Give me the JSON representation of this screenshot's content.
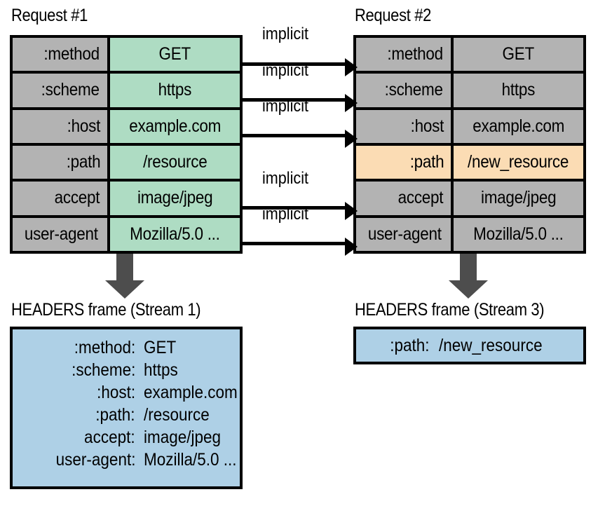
{
  "diagram": {
    "title_request_1": "Request #1",
    "title_request_2": "Request #2",
    "title_frame_1": "HEADERS frame (Stream 1)",
    "title_frame_2": "HEADERS frame (Stream 3)",
    "implicit_label": "implicit"
  },
  "colors": {
    "header_name_bg": "#b3b3b3",
    "request1_value_bg": "#aedcc3",
    "request2_value_bg": "#b3b3b3",
    "changed_row_bg": "#fbdcb4",
    "frame_bg": "#aed0e6",
    "arrow_fill": "#4d4d4d",
    "stroke": "#000000"
  },
  "request1": {
    "rows": [
      {
        "name": ":method",
        "value": "GET",
        "name_bg": "gray",
        "value_bg": "green"
      },
      {
        "name": ":scheme",
        "value": "https",
        "name_bg": "gray",
        "value_bg": "green"
      },
      {
        "name": ":host",
        "value": "example.com",
        "name_bg": "gray",
        "value_bg": "green"
      },
      {
        "name": ":path",
        "value": "/resource",
        "name_bg": "gray",
        "value_bg": "green"
      },
      {
        "name": "accept",
        "value": "image/jpeg",
        "name_bg": "gray",
        "value_bg": "green"
      },
      {
        "name": "user-agent",
        "value": "Mozilla/5.0 ...",
        "name_bg": "gray",
        "value_bg": "green"
      }
    ]
  },
  "request2": {
    "rows": [
      {
        "name": ":method",
        "value": "GET",
        "name_bg": "gray",
        "value_bg": "gray"
      },
      {
        "name": ":scheme",
        "value": "https",
        "name_bg": "gray",
        "value_bg": "gray"
      },
      {
        "name": ":host",
        "value": "example.com",
        "name_bg": "gray",
        "value_bg": "gray"
      },
      {
        "name": ":path",
        "value": "/new_resource",
        "name_bg": "peach",
        "value_bg": "peach"
      },
      {
        "name": "accept",
        "value": "image/jpeg",
        "name_bg": "gray",
        "value_bg": "gray"
      },
      {
        "name": "user-agent",
        "value": "Mozilla/5.0 ...",
        "name_bg": "gray",
        "value_bg": "gray"
      }
    ]
  },
  "implicit_arrows": [
    {
      "label": "implicit",
      "from_row": ":method",
      "to_row": ":method"
    },
    {
      "label": "implicit",
      "from_row": ":scheme",
      "to_row": ":scheme"
    },
    {
      "label": "implicit",
      "from_row": ":host",
      "to_row": ":host"
    },
    {
      "label": "implicit",
      "from_row": "accept",
      "to_row": "accept"
    },
    {
      "label": "implicit",
      "from_row": "user-agent",
      "to_row": "user-agent"
    }
  ],
  "frame1": {
    "lines": [
      {
        "name": ":method:",
        "value": "GET"
      },
      {
        "name": ":scheme:",
        "value": "https"
      },
      {
        "name": ":host:",
        "value": "example.com"
      },
      {
        "name": ":path:",
        "value": "/resource"
      },
      {
        "name": "accept:",
        "value": "image/jpeg"
      },
      {
        "name": "user-agent:",
        "value": "Mozilla/5.0 ..."
      }
    ]
  },
  "frame2": {
    "lines": [
      {
        "name": ":path:",
        "value": "/new_resource"
      }
    ]
  }
}
